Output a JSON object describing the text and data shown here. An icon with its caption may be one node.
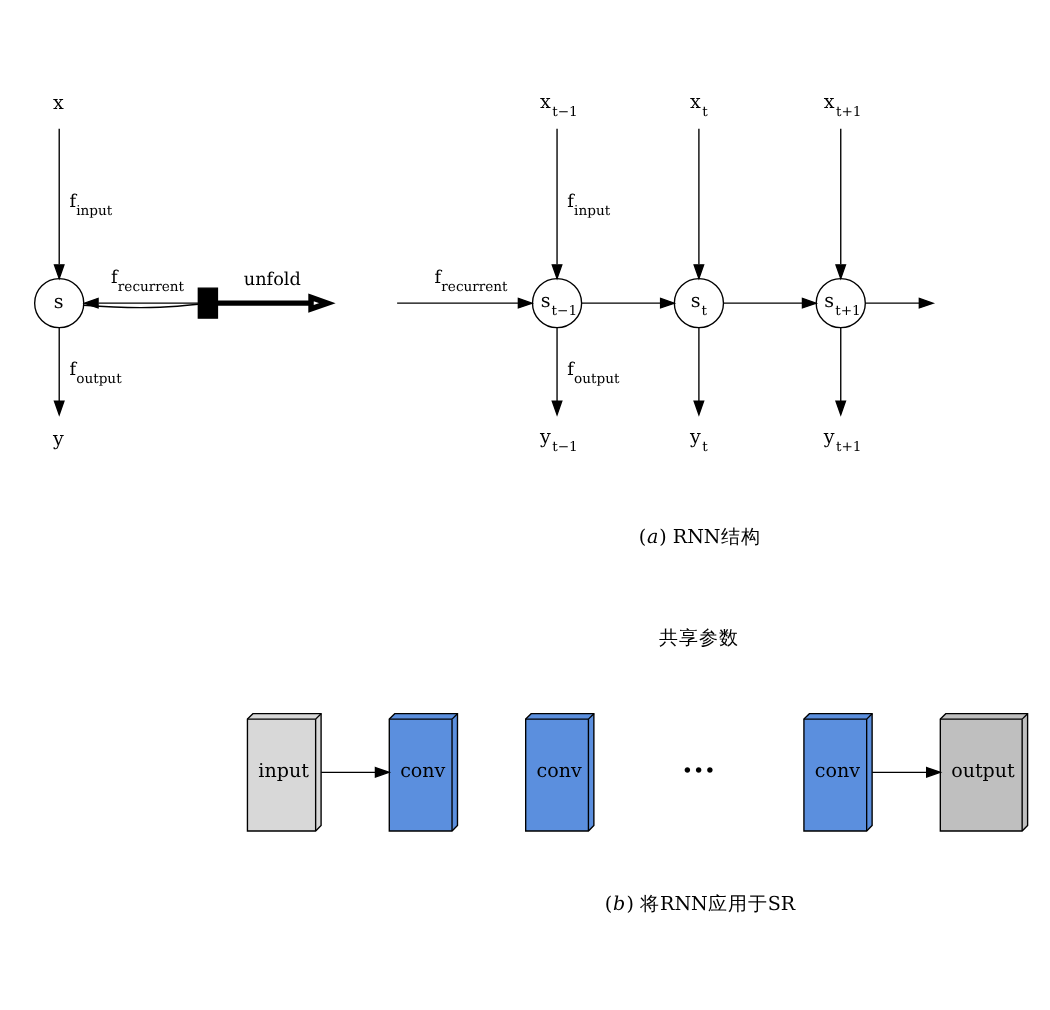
{
  "diagram": {
    "nodes": [
      {
        "text": [
          "x"
        ]
      },
      {
        "text": [
          "s"
        ]
      },
      {
        "text": [
          "y"
        ]
      },
      {
        "text": [],
        "shape": "box"
      },
      {
        "text": [
          "x$_{t−1}$"
        ]
      },
      {
        "text": [
          "x$_{t}$"
        ]
      },
      {
        "text": [
          "x$_{t+1}$"
        ]
      },
      {
        "text": [
          "s$_{t−1}$"
        ]
      },
      {
        "text": [
          "s$_{t}$"
        ]
      },
      {
        "text": [
          "s$_{t+1}$"
        ]
      },
      {
        "text": [
          "y$_{t−1}$"
        ]
      },
      {
        "text": [
          "y$_{t}$"
        ]
      },
      {
        "text": [
          "y$_{t+1}$"
        ]
      },
      {
        "text": [
          "input"
        ]
      },
      {
        "text": [
          "conv"
        ]
      },
      {
        "text": [
          "conv"
        ]
      },
      {
        "text": [
          "conv"
        ]
      },
      {
        "text": [
          "output"
        ]
      }
    ],
    "edges": [
      {
        "from": 0,
        "to": 1,
        "arrow": "to",
        "label": "f$_{input}$"
      },
      {
        "from": 1,
        "to": 2,
        "arrow": "to",
        "label": "f$_{output}$"
      },
      {
        "from": 1,
        "to": 3,
        "arrow": "none"
      },
      {
        "from": 3,
        "to": 1,
        "arrow": "to",
        "label": "f$_{recurrent}$"
      },
      {
        "from": 3,
        "to": null,
        "arrow": "to",
        "label": "unfold",
        "style": "thick"
      },
      {
        "from": null,
        "to": 7,
        "arrow": "to",
        "label": "f$_{recurrent}$"
      },
      {
        "from": 4,
        "to": 7,
        "arrow": "to",
        "label": "f$_{input}$"
      },
      {
        "from": 7,
        "to": 10,
        "arrow": "to",
        "label": "f$_{output}$"
      },
      {
        "from": 5,
        "to": 8,
        "arrow": "to"
      },
      {
        "from": 8,
        "to": 11,
        "arrow": "to"
      },
      {
        "from": 6,
        "to": 9,
        "arrow": "to"
      },
      {
        "from": 9,
        "to": 12,
        "arrow": "to"
      },
      {
        "from": 7,
        "to": 8,
        "arrow": "to"
      },
      {
        "from": 8,
        "to": 9,
        "arrow": "to"
      },
      {
        "from": 9,
        "to": null,
        "arrow": "to"
      },
      {
        "from": 13,
        "to": 14,
        "arrow": "to"
      },
      {
        "from": 16,
        "to": 17,
        "arrow": "to"
      }
    ],
    "labels": [
      "(*a*) RNN结构",
      "共享参数",
      "•••",
      "(*b*) 将RNN应用于SR"
    ]
  }
}
